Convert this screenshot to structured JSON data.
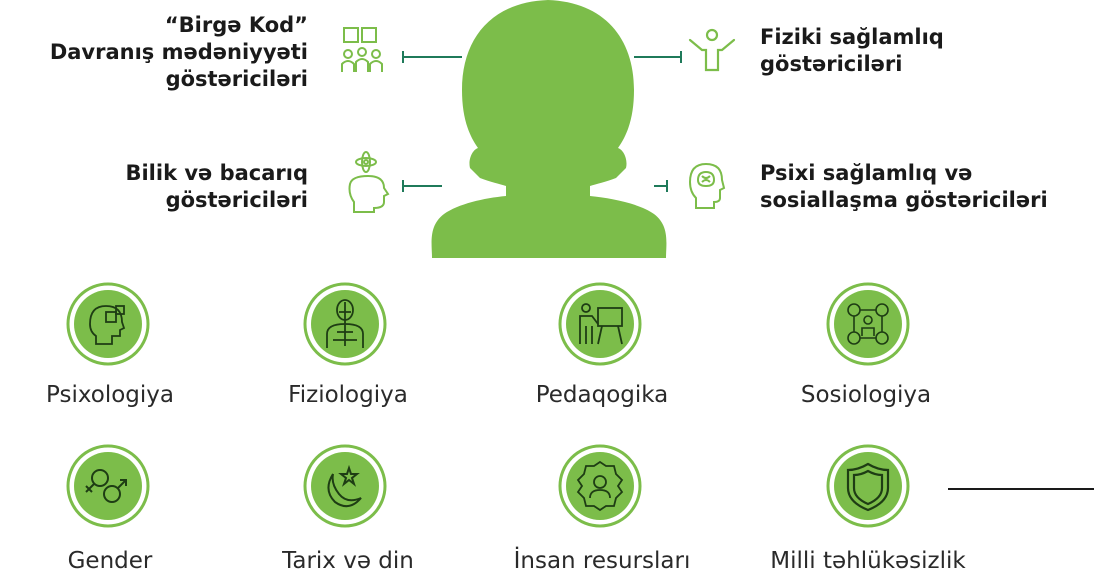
{
  "colors": {
    "accent": "#7cbd4a",
    "ring": "#7cbd4a",
    "line": "#1f7a5a",
    "text": "#1a1a1a"
  },
  "indicators": {
    "top_left": {
      "lines": [
        "“Birgə Kod”",
        "Davranış  mədəniyyəti",
        "göstəriciləri"
      ],
      "icon": "puzzle-team-icon"
    },
    "top_right": {
      "lines": [
        "Fiziki sağlamlıq",
        "göstəriciləri"
      ],
      "icon": "person-raising-arms-icon"
    },
    "bottom_left": {
      "lines": [
        "Bilik və bacarıq",
        "göstəriciləri"
      ],
      "icon": "head-atom-icon"
    },
    "bottom_right": {
      "lines": [
        "Psixi sağlamlıq və",
        "sosiallaşma göstəriciləri"
      ],
      "icon": "head-brain-icon"
    }
  },
  "disciplines": [
    {
      "label": "Psixologiya",
      "icon": "head-puzzle-icon"
    },
    {
      "label": "Fiziologiya",
      "icon": "human-body-icon"
    },
    {
      "label": "Pedaqogika",
      "icon": "teacher-board-icon"
    },
    {
      "label": "Sosiologiya",
      "icon": "people-network-icon"
    },
    {
      "label": "Gender",
      "icon": "gender-symbols-icon"
    },
    {
      "label": "Tarix və din",
      "icon": "crescent-star-icon"
    },
    {
      "label": "İnsan resursları",
      "icon": "employee-badge-icon"
    },
    {
      "label": "Milli təhlükəsizlik",
      "icon": "shield-icon"
    }
  ]
}
